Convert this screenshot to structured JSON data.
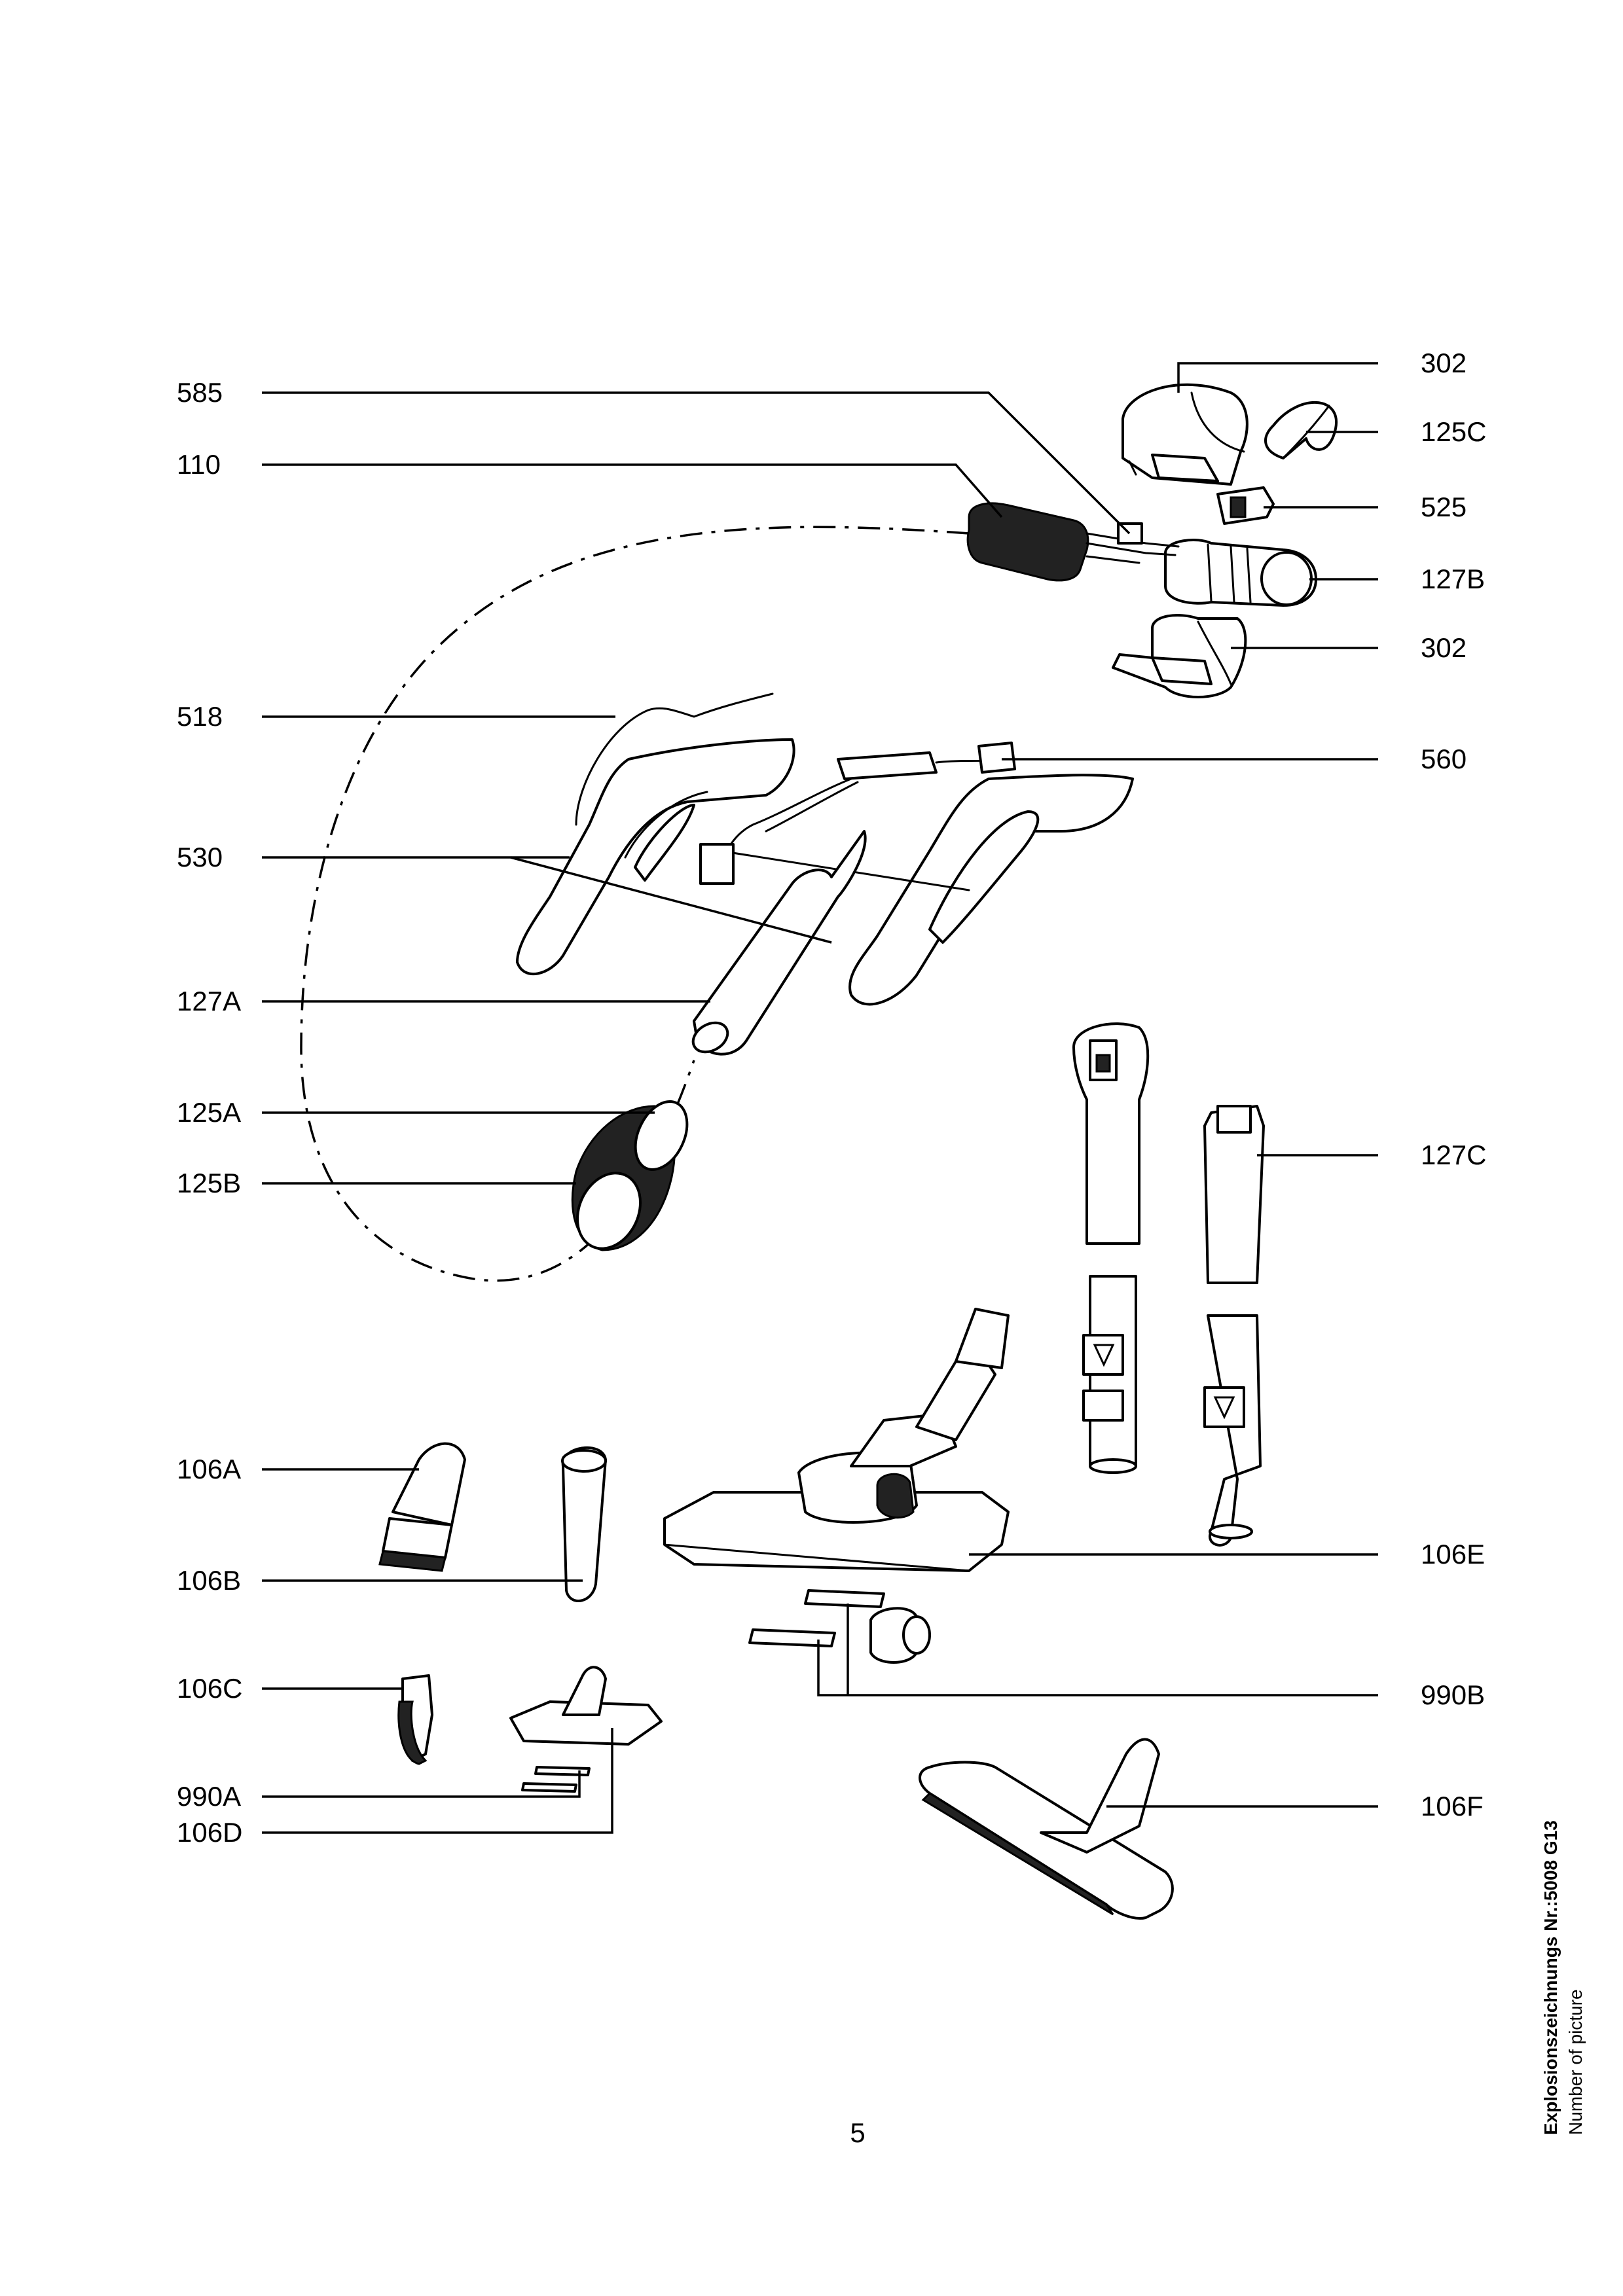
{
  "parts_left": [
    "585",
    "110",
    "518",
    "530",
    "127A",
    "125A",
    "125B",
    "106A",
    "106B",
    "106C",
    "990A",
    "106D"
  ],
  "parts_right": [
    "302",
    "125C",
    "525",
    "127B",
    "302",
    "560",
    "127C",
    "106E",
    "990B",
    "106F"
  ],
  "page_number": "5",
  "side_caption": {
    "title": "Explosionszeichnungs Nr.:5008 G13",
    "subtitle": "Number of picture"
  }
}
